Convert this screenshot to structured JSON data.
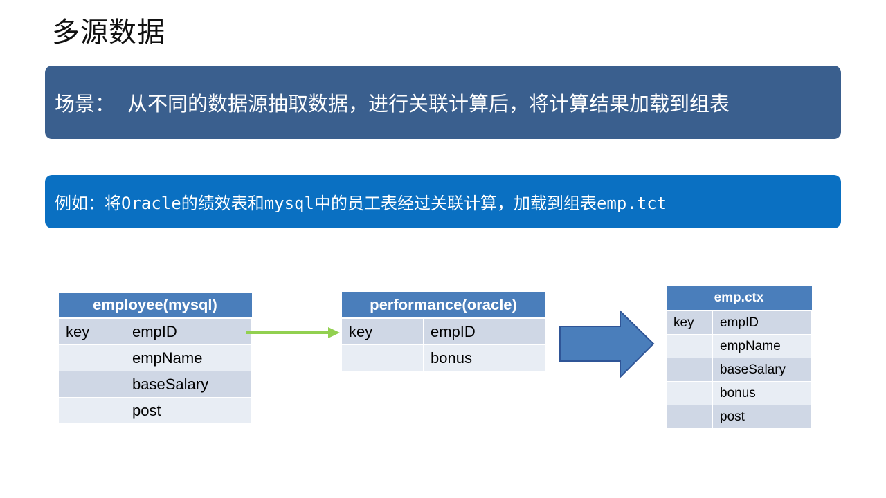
{
  "title": "多源数据",
  "scene": {
    "label": "场景：",
    "text": "从不同的数据源抽取数据，进行关联计算后，将计算结果加载到组表"
  },
  "example": {
    "parts": [
      {
        "text": "例如：将",
        "mono": false
      },
      {
        "text": "Oracle",
        "mono": true
      },
      {
        "text": "的绩效表和",
        "mono": false
      },
      {
        "text": "mysql",
        "mono": true
      },
      {
        "text": "中的员工表经过关联计算，加载到组表",
        "mono": false
      },
      {
        "text": "emp.tct",
        "mono": true
      }
    ]
  },
  "tables": {
    "employee": {
      "header": "employee(mysql)",
      "rows": [
        [
          "key",
          "empID"
        ],
        [
          "",
          "empName"
        ],
        [
          "",
          "baseSalary"
        ],
        [
          "",
          "post"
        ]
      ]
    },
    "performance": {
      "header": "performance(oracle)",
      "rows": [
        [
          "key",
          "empID"
        ],
        [
          "",
          "bonus"
        ]
      ]
    },
    "result": {
      "header": "emp.ctx",
      "rows": [
        [
          "key",
          "empID"
        ],
        [
          "",
          "empName"
        ],
        [
          "",
          "baseSalary"
        ],
        [
          "",
          "bonus"
        ],
        [
          "",
          "post"
        ]
      ]
    }
  },
  "colors": {
    "scene_banner": "#3a5f8e",
    "example_banner": "#0a70c2",
    "table_header": "#4a7ebb",
    "row_dark": "#cfd7e5",
    "row_light": "#e8edf4",
    "link_arrow": "#92d050",
    "big_arrow": "#4a7ebb"
  }
}
